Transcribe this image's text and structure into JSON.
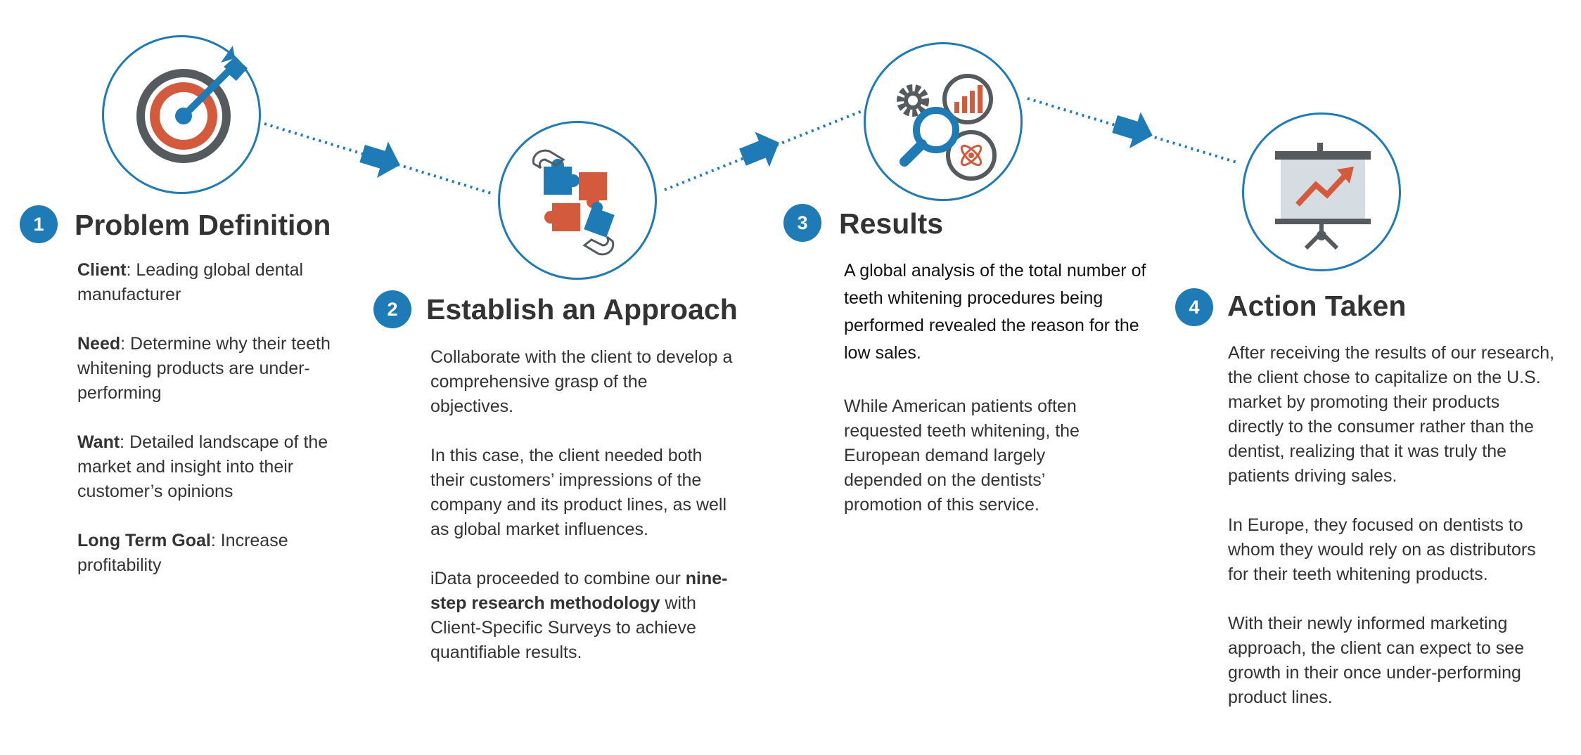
{
  "accent_color": "#1f7bb5",
  "icon_colors": {
    "primary": "#1f7bb5",
    "secondary": "#d35a3c",
    "neutral": "#555a5e"
  },
  "steps": [
    {
      "number": "1",
      "title": "Problem Definition",
      "icon": "target-icon",
      "paragraphs": [
        {
          "label": "Client",
          "text": ": Leading global dental manufacturer"
        },
        {
          "label": "Need",
          "text": ": Determine why their teeth whitening products are under-performing"
        },
        {
          "label": "Want",
          "text": ": Detailed landscape of the market and insight into their customer’s opinions"
        },
        {
          "label": "Long Term Goal",
          "text": ": Increase profitability"
        }
      ]
    },
    {
      "number": "2",
      "title": "Establish an Approach",
      "icon": "puzzle-icon",
      "paragraphs": [
        {
          "text": "Collaborate with the client to develop a comprehensive grasp of the objectives."
        },
        {
          "text": "In this case, the client needed both their customers’ impressions of the company and its product lines, as well as global market influences."
        },
        {
          "before": "iData proceeded to combine our ",
          "bold": "nine-step research methodology",
          "after": " with Client-Specific Surveys to achieve quantifiable results."
        }
      ]
    },
    {
      "number": "3",
      "title": "Results",
      "icon": "analysis-icon",
      "paragraphs": [
        {
          "text": "A global analysis of the total number of teeth whitening procedures being performed revealed the reason for the low sales."
        },
        {
          "text": "While American patients often requested teeth whitening, the European demand largely depended on the dentists’ promotion of this service."
        }
      ]
    },
    {
      "number": "4",
      "title": "Action Taken",
      "icon": "presentation-chart-icon",
      "paragraphs": [
        {
          "text": "After receiving the results of our research, the client chose to capitalize on the U.S. market by promoting their products directly to the consumer rather than the dentist, realizing that it was truly the patients driving sales."
        },
        {
          "text": "In Europe, they focused on dentists to whom they would rely on as distributors for their teeth whitening products."
        },
        {
          "text": "With their newly informed marketing approach, the client can expect to see growth in their once under-performing product lines."
        }
      ]
    }
  ]
}
